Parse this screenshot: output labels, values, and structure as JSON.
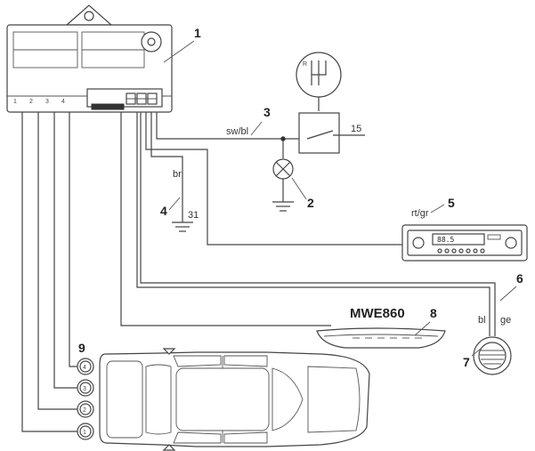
{
  "callouts": {
    "c1": "1",
    "c2": "2",
    "c3": "3",
    "c4": "4",
    "c5": "5",
    "c6": "6",
    "c7": "7",
    "c8": "8",
    "c9": "9"
  },
  "wire_labels": {
    "sw_bl": "sw/bl",
    "br": "br",
    "rt_gr": "rt/gr",
    "bl": "bl",
    "ge": "ge",
    "terminal_31": "31",
    "terminal_15": "15",
    "gear_r": "R"
  },
  "control_unit": {
    "pins": [
      "1",
      "2",
      "3",
      "4"
    ]
  },
  "sensor": {
    "model": "MWE860"
  },
  "radio": {
    "display": "88.5"
  },
  "sensor_numbers": [
    "4",
    "3",
    "2",
    "1"
  ]
}
